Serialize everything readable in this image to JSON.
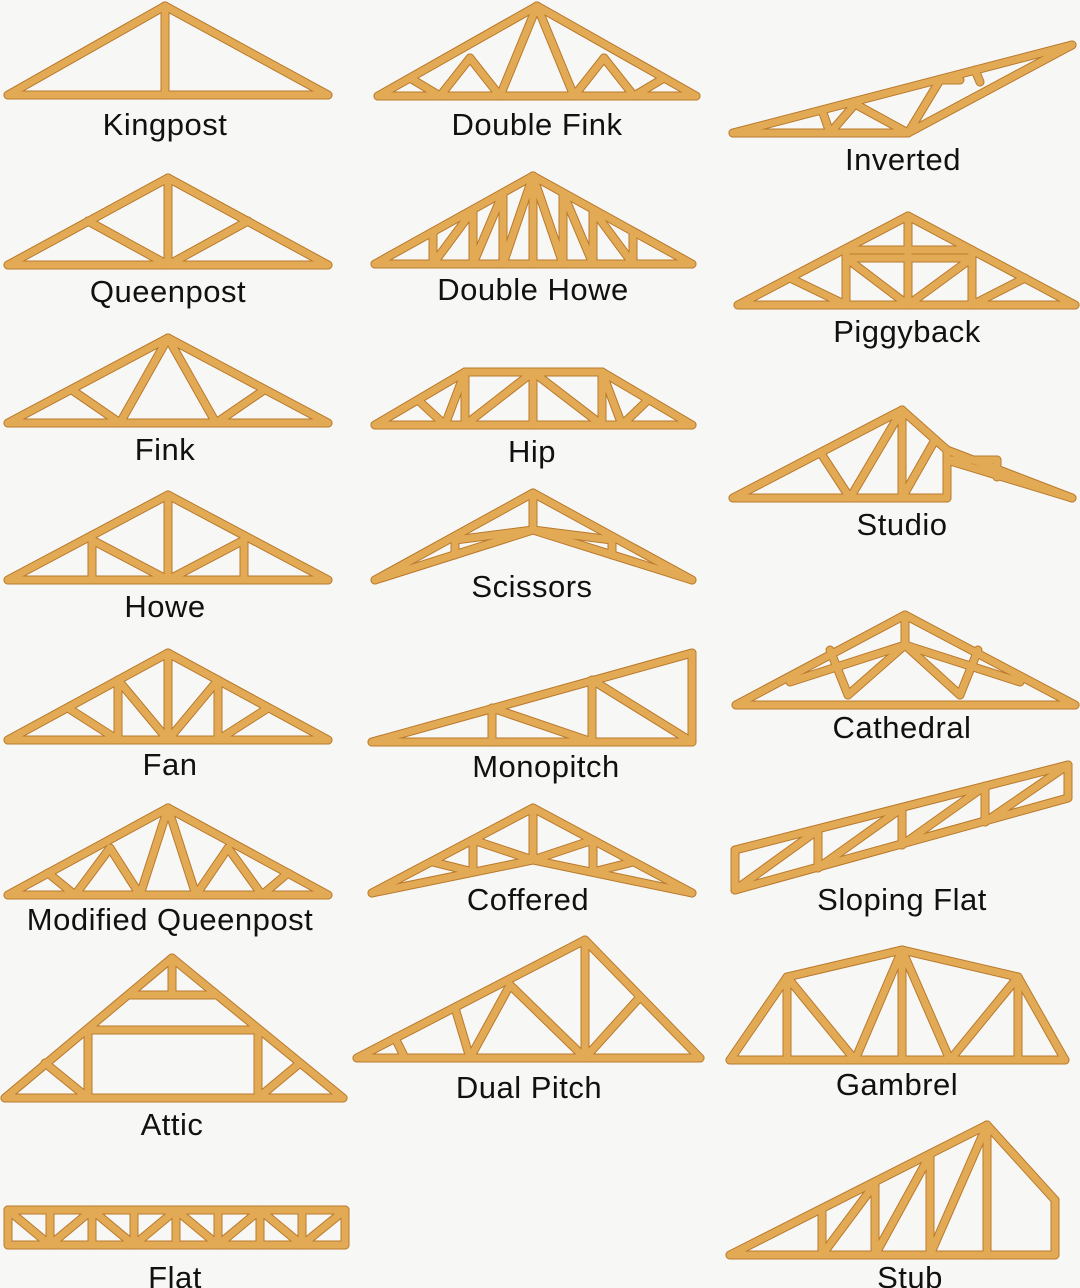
{
  "colors": {
    "background": "#f7f7f5",
    "timber": "#e3aa55",
    "timber_edge": "#b9792c",
    "text": "#111111"
  },
  "trusses": [
    {
      "id": "kingpost",
      "label": "Kingpost"
    },
    {
      "id": "queenpost",
      "label": "Queenpost"
    },
    {
      "id": "fink",
      "label": "Fink"
    },
    {
      "id": "howe",
      "label": "Howe"
    },
    {
      "id": "fan",
      "label": "Fan"
    },
    {
      "id": "modified-queenpost",
      "label": "Modified Queenpost"
    },
    {
      "id": "attic",
      "label": "Attic"
    },
    {
      "id": "flat",
      "label": "Flat"
    },
    {
      "id": "double-fink",
      "label": "Double Fink"
    },
    {
      "id": "double-howe",
      "label": "Double Howe"
    },
    {
      "id": "hip",
      "label": "Hip"
    },
    {
      "id": "scissors",
      "label": "Scissors"
    },
    {
      "id": "monopitch",
      "label": "Monopitch"
    },
    {
      "id": "coffered",
      "label": "Coffered"
    },
    {
      "id": "dual-pitch",
      "label": "Dual Pitch"
    },
    {
      "id": "inverted",
      "label": "Inverted"
    },
    {
      "id": "piggyback",
      "label": "Piggyback"
    },
    {
      "id": "studio",
      "label": "Studio"
    },
    {
      "id": "cathedral",
      "label": "Cathedral"
    },
    {
      "id": "sloping-flat",
      "label": "Sloping Flat"
    },
    {
      "id": "gambrel",
      "label": "Gambrel"
    },
    {
      "id": "stub",
      "label": "Stub"
    }
  ]
}
